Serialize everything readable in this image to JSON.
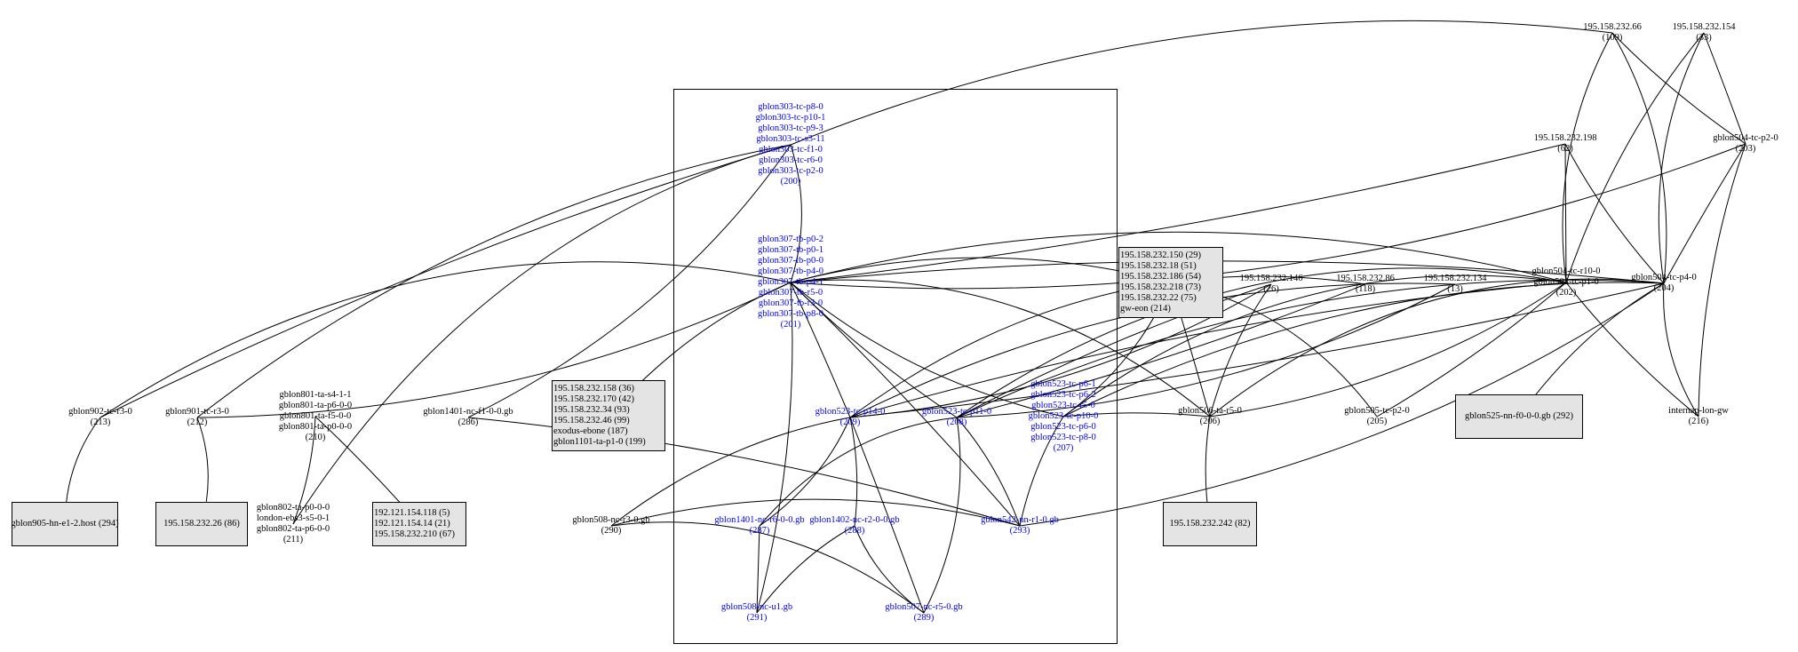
{
  "title": "Network topology graph",
  "colors": {
    "highlight_text": "#0000ff",
    "default_text": "#000000",
    "box_fill": "#e4e4e4",
    "edge": "#000000"
  },
  "nodes": [
    {
      "id": "200",
      "lines": [
        "gblon303-tc-p8-0",
        "gblon303-tc-p10-1",
        "gblon303-tc-p9-3",
        "gblon303-tc-s3-11",
        "gblon303-tc-f1-0",
        "gblon303-tc-r6-0",
        "gblon303-tc-p2-0"
      ],
      "count": "(200)",
      "style": "blue"
    },
    {
      "id": "201",
      "lines": [
        "gblon307-tb-p0-2",
        "gblon307-tb-p0-1",
        "gblon307-tb-p0-0",
        "gblon307-tb-p4-0",
        "gblon307-tb-p4-1",
        "gblon307-tb-r5-0",
        "gblon307-tb-r3-0",
        "gblon307-tb-p8-0"
      ],
      "count": "(201)",
      "style": "blue"
    },
    {
      "id": "209",
      "lines": [
        "gblon523-tc-p14-0"
      ],
      "count": "(209)",
      "style": "blue"
    },
    {
      "id": "208",
      "lines": [
        "gblon523-tc-p11-0"
      ],
      "count": "(208)",
      "style": "blue"
    },
    {
      "id": "207",
      "lines": [
        "gblon523-tc-p6-1",
        "gblon523-tc-p6-2",
        "gblon523-tc-r5-0",
        "gblon523-tc-p10-0",
        "gblon523-tc-p6-0",
        "gblon523-tc-p8-0"
      ],
      "count": "(207)",
      "style": "blue"
    },
    {
      "id": "287",
      "lines": [
        "gblon1401-nc-r6-0-0.gb"
      ],
      "count": "(287)",
      "style": "blue"
    },
    {
      "id": "288",
      "lines": [
        "gblon1402-nc-r2-0-0.gb"
      ],
      "count": "(288)",
      "style": "blue"
    },
    {
      "id": "293",
      "lines": [
        "gblon542-nn-r1-0.gb"
      ],
      "count": "(293)",
      "style": "blue"
    },
    {
      "id": "291",
      "lines": [
        "gblon508-nc-u1.gb"
      ],
      "count": "(291)",
      "style": "blue"
    },
    {
      "id": "289",
      "lines": [
        "gblon507-nc-r5-0.gb"
      ],
      "count": "(289)",
      "style": "blue"
    },
    {
      "id": "290",
      "lines": [
        "gblon508-nc-r3-0.gb"
      ],
      "count": "(290)",
      "style": "plain"
    },
    {
      "id": "box-a",
      "lines": [
        "195.158.232.158 (36)",
        "195.158.232.170 (42)",
        "195.158.232.34 (93)",
        "195.158.232.46 (99)",
        "exodus-ebone (187)",
        "gblon1101-ta-p1-0 (199)"
      ],
      "count": "",
      "style": "box"
    },
    {
      "id": "box-b",
      "lines": [
        "195.158.232.150 (29)",
        "195.158.232.18 (51)",
        "195.158.232.186 (54)",
        "195.158.232.218 (73)",
        "195.158.232.22 (75)",
        "gw-eon (214)"
      ],
      "count": "",
      "style": "box"
    },
    {
      "id": "26",
      "lines": [
        "195.158.232.146"
      ],
      "count": "(26)",
      "style": "plain"
    },
    {
      "id": "118",
      "lines": [
        "195.158.232.86"
      ],
      "count": "(118)",
      "style": "plain"
    },
    {
      "id": "13",
      "lines": [
        "195.158.232.134"
      ],
      "count": "(13)",
      "style": "plain"
    },
    {
      "id": "202",
      "lines": [
        "gblon504-tc-r10-0",
        "gblon504-tc-p1-0"
      ],
      "count": "(202)",
      "style": "plain"
    },
    {
      "id": "204",
      "lines": [
        "gblon504-tc-p4-0"
      ],
      "count": "(204)",
      "style": "plain"
    },
    {
      "id": "62",
      "lines": [
        "195.158.232.198"
      ],
      "count": "(62)",
      "style": "plain"
    },
    {
      "id": "203",
      "lines": [
        "gblon504-tc-p2-0"
      ],
      "count": "(203)",
      "style": "plain"
    },
    {
      "id": "109",
      "lines": [
        "195.158.232.66"
      ],
      "count": "(109)",
      "style": "plain"
    },
    {
      "id": "33",
      "lines": [
        "195.158.232.154"
      ],
      "count": "(33)",
      "style": "plain"
    },
    {
      "id": "206",
      "lines": [
        "gblon506-ta-r5-0"
      ],
      "count": "(206)",
      "style": "plain"
    },
    {
      "id": "205",
      "lines": [
        "gblon505-tc-p2-0"
      ],
      "count": "(205)",
      "style": "plain"
    },
    {
      "id": "292",
      "lines": [
        "gblon525-nn-f0-0-0.gb (292)"
      ],
      "count": "",
      "style": "box"
    },
    {
      "id": "216",
      "lines": [
        "internap-lon-gw"
      ],
      "count": "(216)",
      "style": "plain"
    },
    {
      "id": "82",
      "lines": [
        "195.158.232.242 (82)"
      ],
      "count": "",
      "style": "box"
    },
    {
      "id": "213",
      "lines": [
        "gblon902-tc-r3-0"
      ],
      "count": "(213)",
      "style": "plain"
    },
    {
      "id": "212",
      "lines": [
        "gblon901-tc-r3-0"
      ],
      "count": "(212)",
      "style": "plain"
    },
    {
      "id": "210",
      "lines": [
        "gblon801-ta-s4-1-1",
        "gblon801-ta-p6-0-0",
        "gblon801-ta-f5-0-0",
        "gblon801-ta-p0-0-0"
      ],
      "count": "(210)",
      "style": "plain"
    },
    {
      "id": "286",
      "lines": [
        "gblon1401-nc-f1-0-0.gb"
      ],
      "count": "(286)",
      "style": "plain"
    },
    {
      "id": "294",
      "lines": [
        "gblon905-hn-e1-2.host (294)"
      ],
      "count": "",
      "style": "box"
    },
    {
      "id": "86",
      "lines": [
        "195.158.232.26 (86)"
      ],
      "count": "",
      "style": "box"
    },
    {
      "id": "211",
      "lines": [
        "gblon802-ta-p0-0-0",
        "london-ebs3-s5-0-1",
        "gblon802-ta-p6-0-0"
      ],
      "count": "(211)",
      "style": "plain"
    },
    {
      "id": "box-c",
      "lines": [
        "192.121.154.118 (5)",
        "192.121.154.14 (21)",
        "195.158.232.210 (67)"
      ],
      "count": "",
      "style": "box"
    }
  ],
  "edges": [
    [
      "200",
      "201"
    ],
    [
      "200",
      "109"
    ],
    [
      "200",
      "213"
    ],
    [
      "200",
      "212"
    ],
    [
      "200",
      "211"
    ],
    [
      "200",
      "286"
    ],
    [
      "201",
      "box-b"
    ],
    [
      "201",
      "209"
    ],
    [
      "201",
      "208"
    ],
    [
      "201",
      "207"
    ],
    [
      "201",
      "206"
    ],
    [
      "201",
      "291"
    ],
    [
      "201",
      "293"
    ],
    [
      "201",
      "box-a"
    ],
    [
      "201",
      "213"
    ],
    [
      "201",
      "212"
    ],
    [
      "201",
      "202"
    ],
    [
      "201",
      "204"
    ],
    [
      "201",
      "62"
    ],
    [
      "201",
      "203"
    ],
    [
      "209",
      "287"
    ],
    [
      "209",
      "288"
    ],
    [
      "209",
      "289"
    ],
    [
      "209",
      "290"
    ],
    [
      "209",
      "26"
    ],
    [
      "209",
      "118"
    ],
    [
      "209",
      "13"
    ],
    [
      "209",
      "202"
    ],
    [
      "209",
      "204"
    ],
    [
      "208",
      "287"
    ],
    [
      "208",
      "289"
    ],
    [
      "208",
      "293"
    ],
    [
      "208",
      "26"
    ],
    [
      "208",
      "118"
    ],
    [
      "208",
      "13"
    ],
    [
      "208",
      "202"
    ],
    [
      "208",
      "204"
    ],
    [
      "207",
      "206"
    ],
    [
      "207",
      "293"
    ],
    [
      "207",
      "box-b"
    ],
    [
      "207",
      "202"
    ],
    [
      "207",
      "204"
    ],
    [
      "287",
      "291"
    ],
    [
      "288",
      "291"
    ],
    [
      "288",
      "289"
    ],
    [
      "290",
      "289"
    ],
    [
      "290",
      "293"
    ],
    [
      "286",
      "293"
    ],
    [
      "206",
      "82"
    ],
    [
      "206",
      "202"
    ],
    [
      "206",
      "204"
    ],
    [
      "206",
      "26"
    ],
    [
      "206",
      "box-b"
    ],
    [
      "205",
      "202"
    ],
    [
      "205",
      "box-b"
    ],
    [
      "202",
      "109"
    ],
    [
      "202",
      "33"
    ],
    [
      "202",
      "62"
    ],
    [
      "202",
      "216"
    ],
    [
      "204",
      "109"
    ],
    [
      "204",
      "33"
    ],
    [
      "204",
      "62"
    ],
    [
      "204",
      "203"
    ],
    [
      "204",
      "292"
    ],
    [
      "204",
      "216"
    ],
    [
      "204",
      "293"
    ],
    [
      "203",
      "109"
    ],
    [
      "203",
      "33"
    ],
    [
      "203",
      "216"
    ],
    [
      "213",
      "294"
    ],
    [
      "212",
      "86"
    ],
    [
      "210",
      "211"
    ],
    [
      "210",
      "box-c"
    ]
  ]
}
